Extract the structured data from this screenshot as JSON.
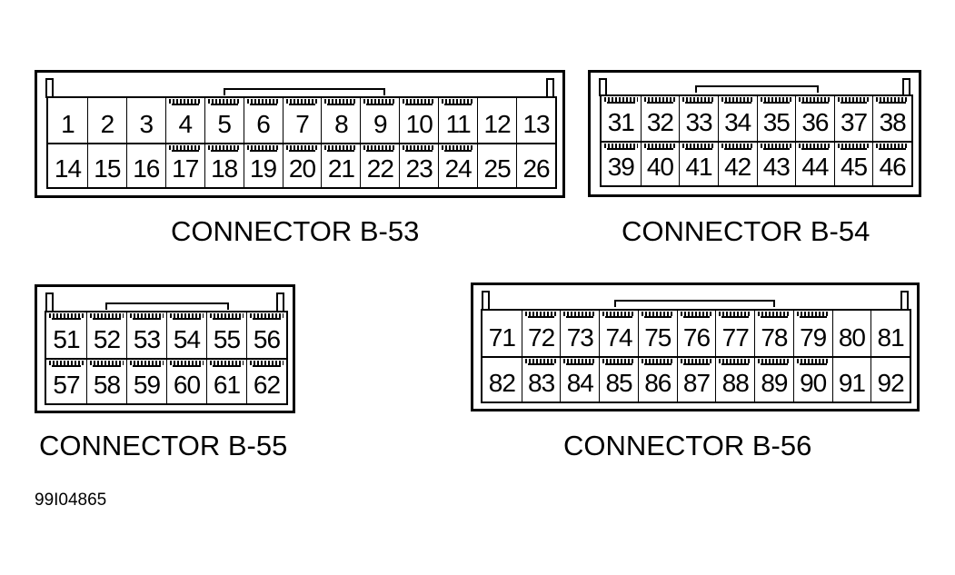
{
  "connectors": [
    {
      "label": "CONNECTOR B-53",
      "rows": [
        [
          "1",
          "2",
          "3",
          "4",
          "5",
          "6",
          "7",
          "8",
          "9",
          "10",
          "11",
          "12",
          "13"
        ],
        [
          "14",
          "15",
          "16",
          "17",
          "18",
          "19",
          "20",
          "21",
          "22",
          "23",
          "24",
          "25",
          "26"
        ]
      ]
    },
    {
      "label": "CONNECTOR B-54",
      "rows": [
        [
          "31",
          "32",
          "33",
          "34",
          "35",
          "36",
          "37",
          "38"
        ],
        [
          "39",
          "40",
          "41",
          "42",
          "43",
          "44",
          "45",
          "46"
        ]
      ]
    },
    {
      "label": "CONNECTOR B-55",
      "rows": [
        [
          "51",
          "52",
          "53",
          "54",
          "55",
          "56"
        ],
        [
          "57",
          "58",
          "59",
          "60",
          "61",
          "62"
        ]
      ]
    },
    {
      "label": "CONNECTOR B-56",
      "rows": [
        [
          "71",
          "72",
          "73",
          "74",
          "75",
          "76",
          "77",
          "78",
          "79",
          "80",
          "81"
        ],
        [
          "82",
          "83",
          "84",
          "85",
          "86",
          "87",
          "88",
          "89",
          "90",
          "91",
          "92"
        ]
      ]
    }
  ],
  "figure_id": "99I04865"
}
